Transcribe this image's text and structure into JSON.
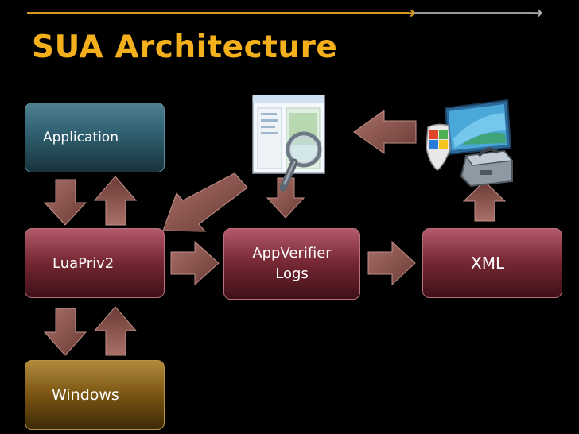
{
  "title": "SUA Architecture",
  "nodes": {
    "application": "Application",
    "luapriv2": "LuaPriv2",
    "windows": "Windows",
    "appverifier_logs_line1": "AppVerifier",
    "appverifier_logs_line2": "Logs",
    "xml": "XML"
  },
  "colors": {
    "title": "#f3b01c",
    "header_line_active": "#d49a1e",
    "header_line_inactive": "#9a9a9a",
    "application_box": "#2f5f6f",
    "red_box": "#7a2a36",
    "windows_box": "#7a5512",
    "arrow_fill": "#8a5a52"
  },
  "icons": {
    "log_viewer": "magnifier-document-icon",
    "toolkit": "windows-toolbox-icon"
  }
}
